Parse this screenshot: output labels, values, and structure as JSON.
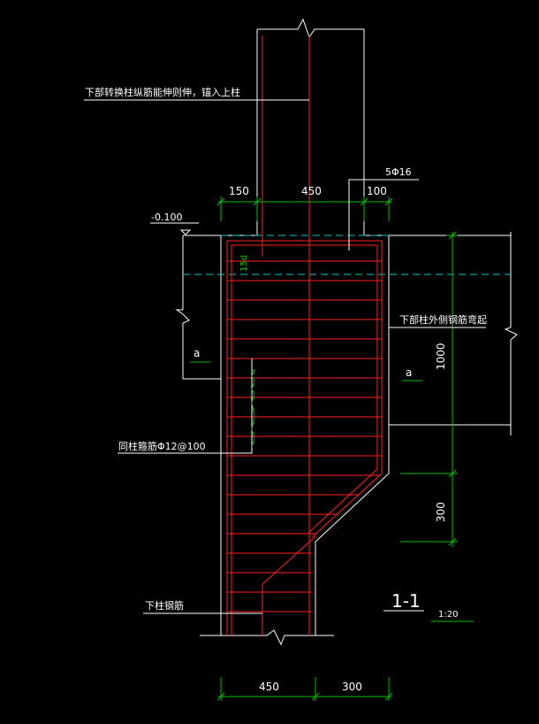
{
  "colors": {
    "background": "#000000",
    "line": "#ffffff",
    "rebar": "#ff2020",
    "dimension": "#00c000",
    "centerline": "#00c8c8",
    "leader": "#00c000"
  },
  "labels": {
    "upper_column_note": "下部转换柱纵筋能伸则伸，锚入上柱",
    "top_bar_note": "5Φ16",
    "elevation": "-0.100",
    "outer_side_note": "下部柱外侧钢筋弯起",
    "stirrup_note": "同柱箍筋Φ12@100",
    "lower_bar_note": "下柱钢筋",
    "anchor_left": "a",
    "anchor_right": "a",
    "bend_length": "15d",
    "section_mark": "1-1",
    "scale": "1:20"
  },
  "dimensions": {
    "top_left": "150",
    "top_mid": "450",
    "top_right": "100",
    "right_upper": "1000",
    "right_lower": "300",
    "bottom_left": "450",
    "bottom_right": "300"
  }
}
